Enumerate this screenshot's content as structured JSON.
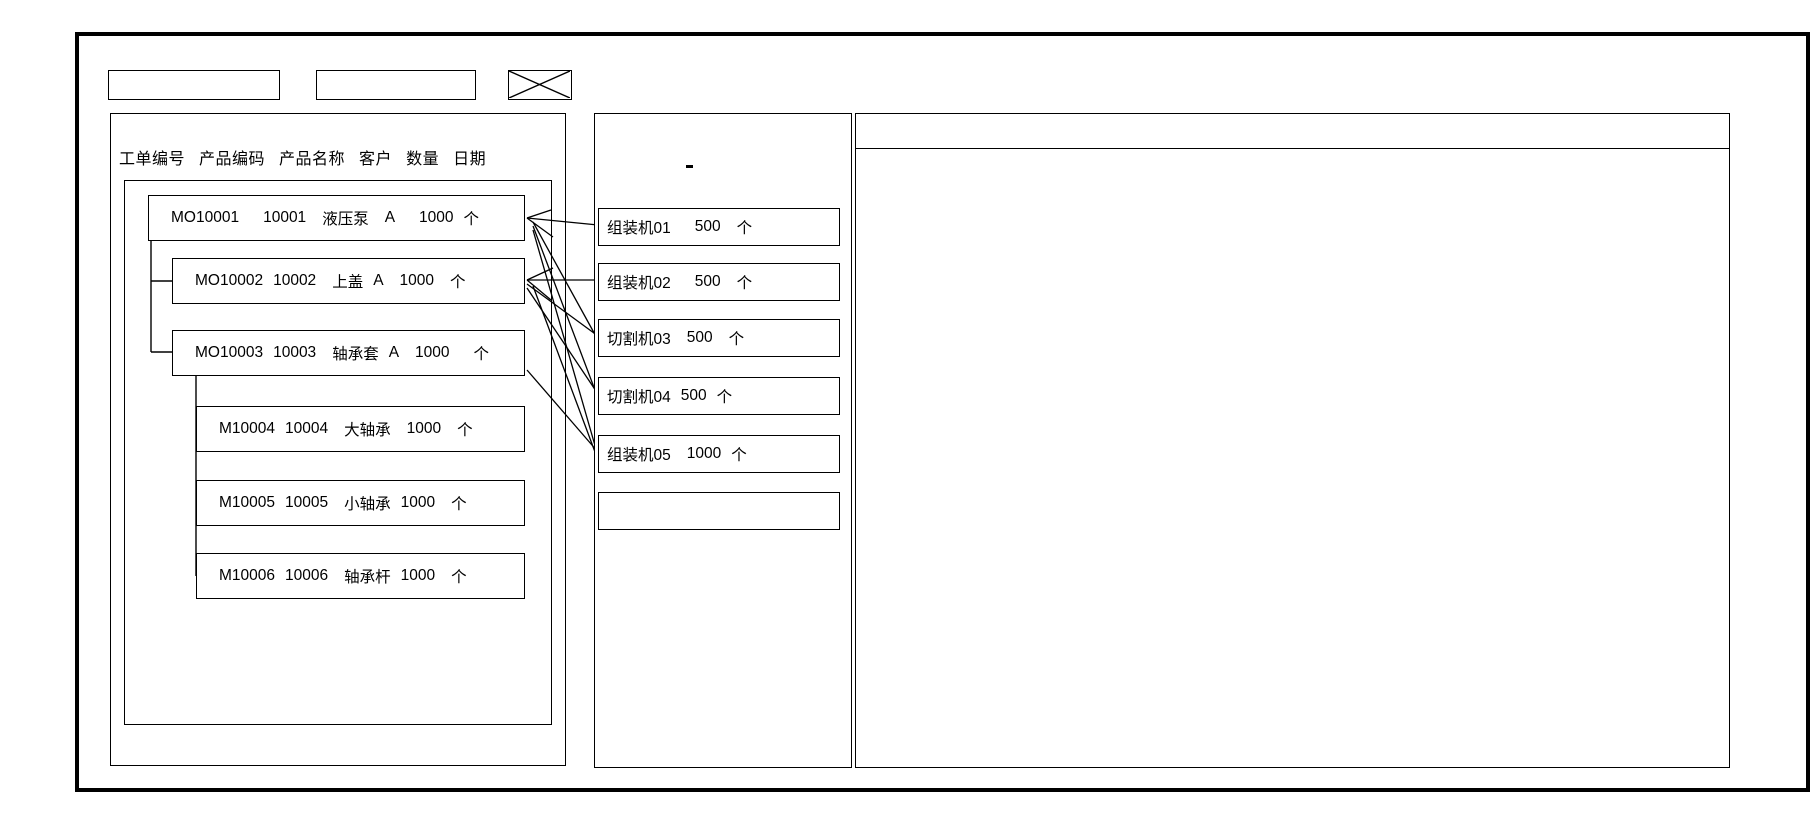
{
  "window": {
    "title": ""
  },
  "toolbar": {
    "field_1_value": "",
    "field_1_placeholder": "",
    "field_2_value": "",
    "field_2_placeholder": "",
    "cross_icon": "crossed-box-icon"
  },
  "left_panel": {
    "columns": [
      "工单编号",
      "产品编码",
      "产品名称",
      "客户",
      "数量",
      "日期"
    ],
    "rows": [
      {
        "level": 0,
        "order_no": "MO10001",
        "product_code": "10001",
        "product_name": "液压泵",
        "customer": "A",
        "quantity": "1000",
        "unit": "个",
        "date": ""
      },
      {
        "level": 1,
        "order_no": "MO10002",
        "product_code": "10002",
        "product_name": "上盖",
        "customer": "A",
        "quantity": "1000",
        "unit": "个",
        "date": ""
      },
      {
        "level": 1,
        "order_no": "MO10003",
        "product_code": "10003",
        "product_name": "轴承套",
        "customer": "A",
        "quantity": "1000",
        "unit": "个",
        "date": ""
      },
      {
        "level": 2,
        "order_no": "M10004",
        "product_code": "10004",
        "product_name": "大轴承",
        "customer": "",
        "quantity": "1000",
        "unit": "个",
        "date": ""
      },
      {
        "level": 2,
        "order_no": "M10005",
        "product_code": "10005",
        "product_name": "小轴承",
        "customer": "",
        "quantity": "1000",
        "unit": "个",
        "date": ""
      },
      {
        "level": 2,
        "order_no": "M10006",
        "product_code": "10006",
        "product_name": "轴承杆",
        "customer": "",
        "quantity": "1000",
        "unit": "个",
        "date": ""
      }
    ]
  },
  "middle_panel": {
    "machines": [
      {
        "name": "组装机01",
        "quantity": "500",
        "unit": "个"
      },
      {
        "name": "组装机02",
        "quantity": "500",
        "unit": "个"
      },
      {
        "name": "切割机03",
        "quantity": "500",
        "unit": "个"
      },
      {
        "name": "切割机04",
        "quantity": "500",
        "unit": "个"
      },
      {
        "name": "组装机05",
        "quantity": "1000",
        "unit": "个"
      },
      {
        "name": "",
        "quantity": "",
        "unit": ""
      }
    ]
  },
  "right_panel": {
    "header_text": "",
    "body_text": ""
  },
  "colors": {
    "frame": "#000000",
    "line": "#000000",
    "background": "#ffffff",
    "text": "#000000"
  }
}
